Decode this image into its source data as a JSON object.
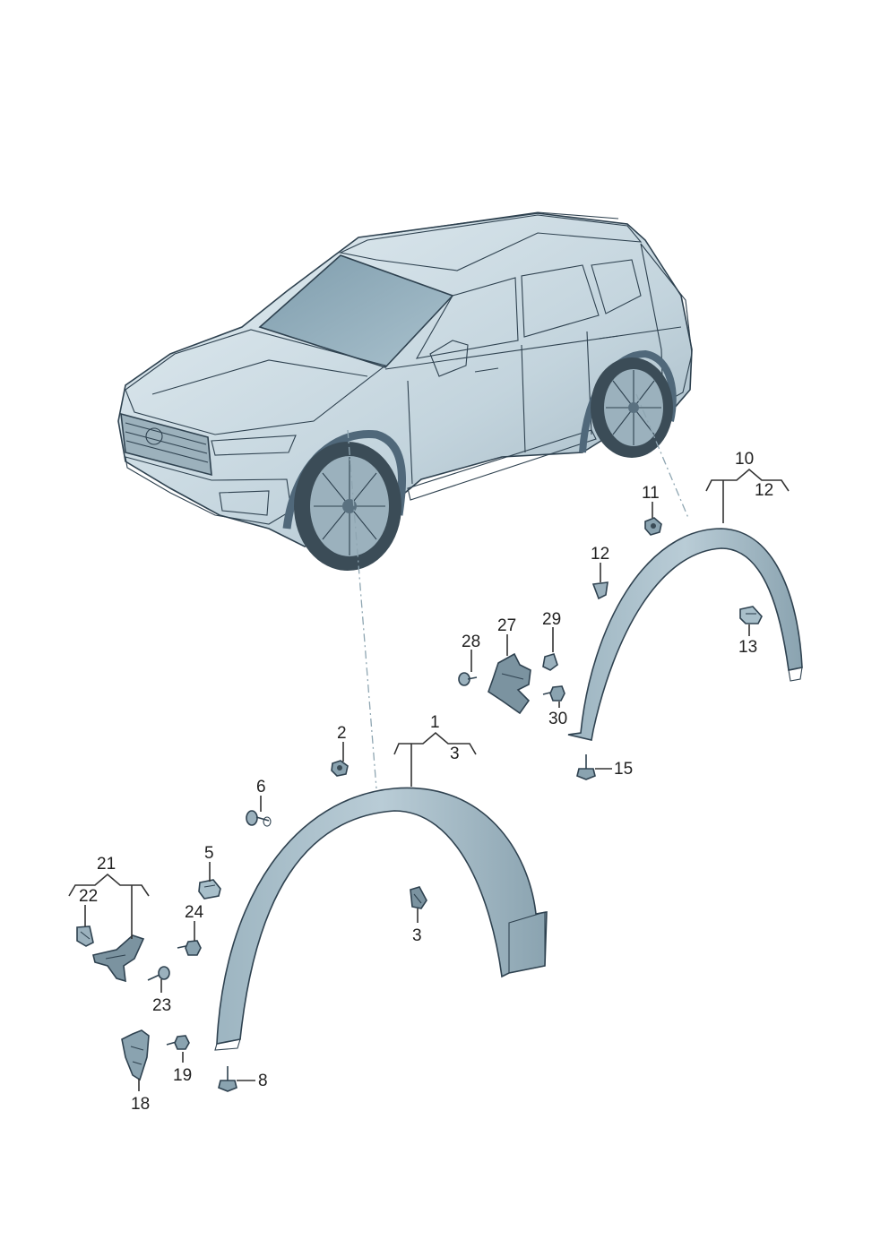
{
  "callouts": {
    "c1": "1",
    "c2": "2",
    "c3a": "3",
    "c3b": "3",
    "c5": "5",
    "c6": "6",
    "c8": "8",
    "c10": "10",
    "c11": "11",
    "c12a": "12",
    "c12b": "12",
    "c13": "13",
    "c15": "15",
    "c18": "18",
    "c19": "19",
    "c21": "21",
    "c22": "22",
    "c23": "23",
    "c24": "24",
    "c27": "27",
    "c28": "28",
    "c29": "29",
    "c30": "30"
  },
  "colors": {
    "body_light": "#d4e2e9",
    "body_mid": "#b5c8d2",
    "body_dark": "#6f8794",
    "glass": "#8aa7b6",
    "tire": "#3b4c57",
    "part_fill": "#a8bfca",
    "part_dark": "#4d6472",
    "line": "#2f4250"
  },
  "icons": {
    "vehicle": "suv-illustration-icon",
    "front_arch": "front-wheel-arch-trim-icon",
    "rear_arch": "rear-wheel-arch-trim-icon"
  }
}
